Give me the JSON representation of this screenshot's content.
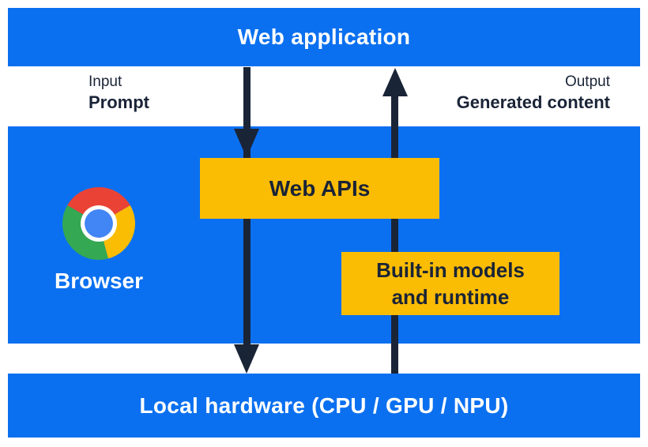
{
  "colors": {
    "band_blue": "#0b70f0",
    "box_yellow": "#fbbc04",
    "ink_dark": "#1a2437",
    "text_white": "#ffffff",
    "chrome_red": "#ea4335",
    "chrome_yellow": "#fbbc04",
    "chrome_green": "#34a853",
    "chrome_center_blue": "#4285f4",
    "chrome_ring_white": "#ffffff"
  },
  "top_bar": {
    "label": "Web application"
  },
  "io": {
    "input_title": "Input",
    "input_value": "Prompt",
    "output_title": "Output",
    "output_value": "Generated content"
  },
  "browser_band": {
    "browser_label": "Browser",
    "web_apis_label": "Web APIs",
    "builtin_line1": "Built-in models",
    "builtin_line2": "and runtime"
  },
  "bottom_bar": {
    "label": "Local hardware (CPU / GPU / NPU)"
  },
  "icons": {
    "chrome_logo": "chrome-browser-logo",
    "down_arrow": "input-flow-down-arrow",
    "up_arrow": "output-flow-up-arrow"
  }
}
